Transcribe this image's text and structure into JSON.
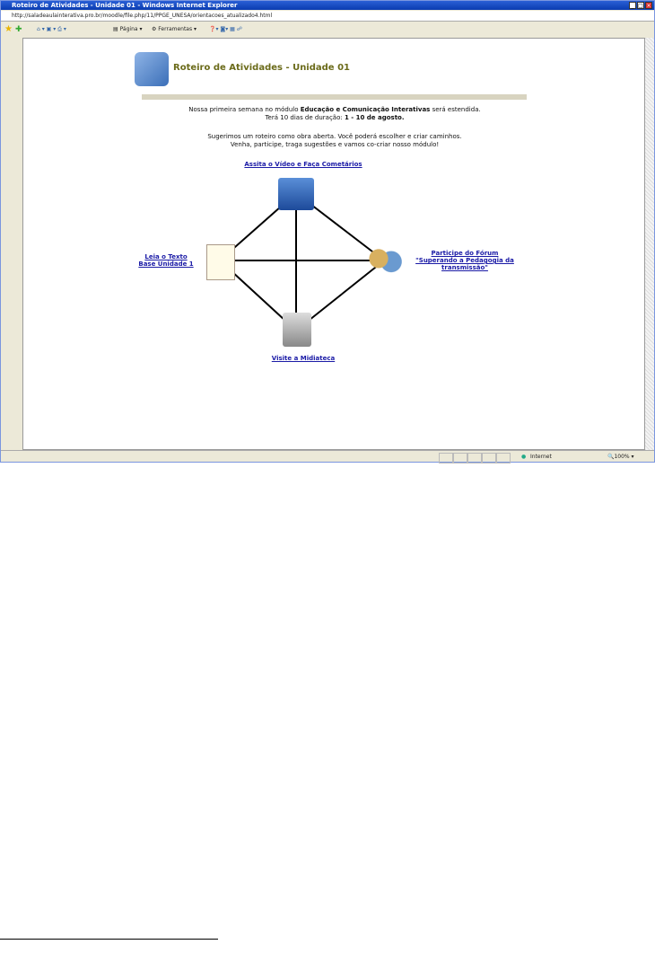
{
  "window": {
    "title": "Roteiro de Atividades - Unidade 01 - Windows Internet Explorer",
    "url": "http://saladeaulainterativa.pro.br/moodle/file.php/11/PPGE_UNESA/orientacoes_atualizado4.html"
  },
  "toolbar": {
    "page": "Página",
    "tools": "Ferramentas"
  },
  "page": {
    "title": "Roteiro de Atividades - Unidade 01",
    "line1_pre": "Nossa primeira semana no módulo ",
    "line1_bold": "Educação e Comunicação Interativas",
    "line1_post": " será estendida.",
    "line2_pre": "Terá 10 dias de duração: ",
    "line2_bold": "1 - 10 de agosto.",
    "line3": "Sugerimos um roteiro como obra aberta. Você poderá escolher e criar caminhos.",
    "line4": "Venha, participe, traga sugestões e vamos co-criar nosso módulo!"
  },
  "links": {
    "video": "Assita o Vídeo e Faça Cometários",
    "text1": "Leia o Texto",
    "text2": "Base Unidade 1",
    "forum1": "Participe do Fórum",
    "forum2": "\"Superando a Pedagogia da",
    "forum3": "transmissão\"",
    "media": "Visite a Midiateca"
  },
  "status": {
    "zone": "Internet",
    "zoom": "100%"
  }
}
